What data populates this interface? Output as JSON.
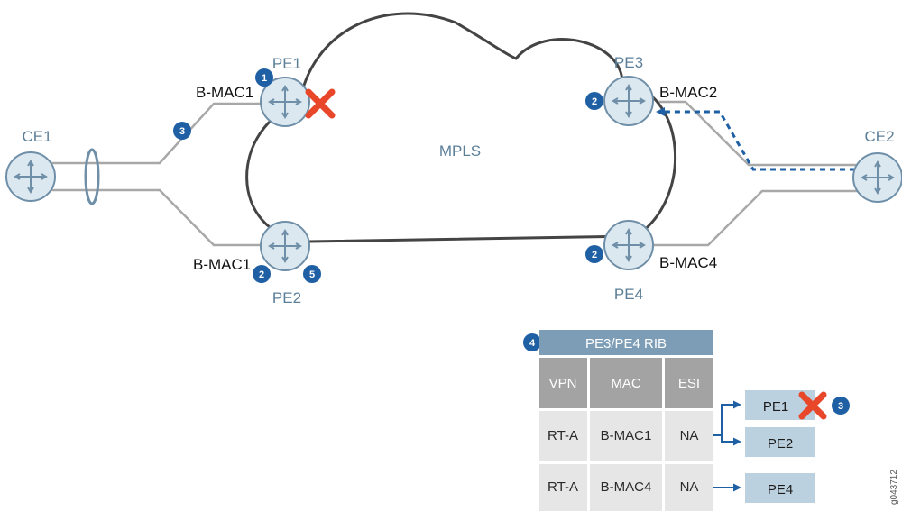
{
  "network": {
    "cloud_label": "MPLS",
    "nodes": {
      "pe1": "PE1",
      "pe2": "PE2",
      "pe3": "PE3",
      "pe4": "PE4",
      "ce1": "CE1",
      "ce2": "CE2"
    },
    "macs": {
      "pe1": "B-MAC1",
      "pe2": "B-MAC1",
      "pe3": "B-MAC2",
      "pe4": "B-MAC4"
    },
    "badges": {
      "pe1": "1",
      "link_ce1_pe1": "3",
      "pe2_left": "2",
      "pe2_right": "5",
      "pe3": "2",
      "pe4": "2"
    }
  },
  "rib": {
    "step_badge": "4",
    "title": "PE3/PE4 RIB",
    "columns": [
      "VPN",
      "MAC",
      "ESI"
    ],
    "rows": [
      [
        "RT-A",
        "B-MAC1",
        "NA"
      ],
      [
        "RT-A",
        "B-MAC4",
        "NA"
      ]
    ],
    "next_hops": [
      "PE1",
      "PE2",
      "PE4"
    ],
    "next_hop_badge": "3"
  },
  "figure_id": "g043712",
  "colors": {
    "node_fill": "#dce8f0",
    "node_stroke": "#6f8fa8",
    "cloud_stroke": "#444444",
    "link": "#a8a8a8",
    "accent_blue": "#1f5fa3",
    "fail_red": "#e8472a",
    "rib_header": "#7c9db5",
    "rib_col_header": "#a3a3a3",
    "rib_row": "#e6e6e6",
    "pe_box": "#bcd1df"
  }
}
